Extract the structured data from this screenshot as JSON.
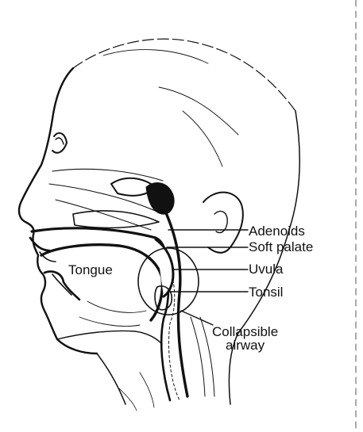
{
  "labels": {
    "tongue": "Tongue",
    "adenoids": "Adenoids",
    "soft_palate": "Soft palate",
    "uvula": "Uvula",
    "tonsil": "Tonsil",
    "collapsible_airway_line1": "Collapsible",
    "collapsible_airway_line2": "airway"
  },
  "colors": {
    "ink": "#111111",
    "background": "#ffffff"
  }
}
